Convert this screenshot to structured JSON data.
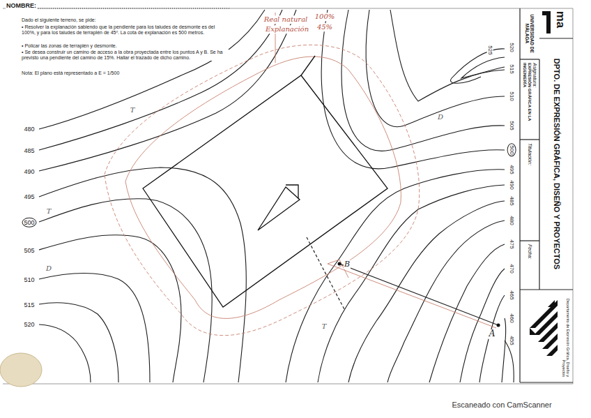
{
  "diagram": {
    "nodes": [
      {
        "text": [
          "UNIVERSIDAD DE MÁLAGA"
        ]
      },
      {
        "text": [
          "DPTO. DE EXPRESIÓN GRÁFICA, DISEÑO Y PROYECTOS"
        ]
      },
      {
        "text": [
          "Asignatura:",
          "EXPRESIÓN GRÁFICA EN LA INGENIERÍA"
        ]
      },
      {
        "text": [
          "Titulación:"
        ]
      },
      {
        "text": [
          "Fecha:"
        ]
      },
      {
        "text": [
          "Departamento de Expresión Gráfica, Diseño y Proyectos"
        ]
      }
    ],
    "labels": [
      "NOMBRE:",
      "Dado el siguiente terreno, se pide:",
      "• Resolver la explanación sabiendo que la pendiente para los taludes de desmonte es del 100%, y para los taludes de terraplén de 45º. La cota de explanación es 500 metros.",
      "• Policar las zonas de terraplén y desmonte.",
      "• Se desea construir un camino de acceso a la obra proyectada entre los puntos A y B. Se ha previsto una pendiente del camino de 15%. Hallar el trazado de dicho camino.",
      "Nota: El plano está representado a E = 1/500",
      "Real natural",
      "Explanación",
      "100%",
      "45%",
      "480",
      "485",
      "490",
      "495",
      "500",
      "505",
      "510",
      "515",
      "520",
      "525",
      "520",
      "515",
      "510",
      "505",
      "500",
      "495",
      "490",
      "485",
      "480",
      "475",
      "470",
      "465",
      "460",
      "455",
      "T",
      "T",
      "T",
      "D",
      "D",
      "A",
      "B",
      "ma",
      "Escaneado con CamScanner"
    ]
  }
}
